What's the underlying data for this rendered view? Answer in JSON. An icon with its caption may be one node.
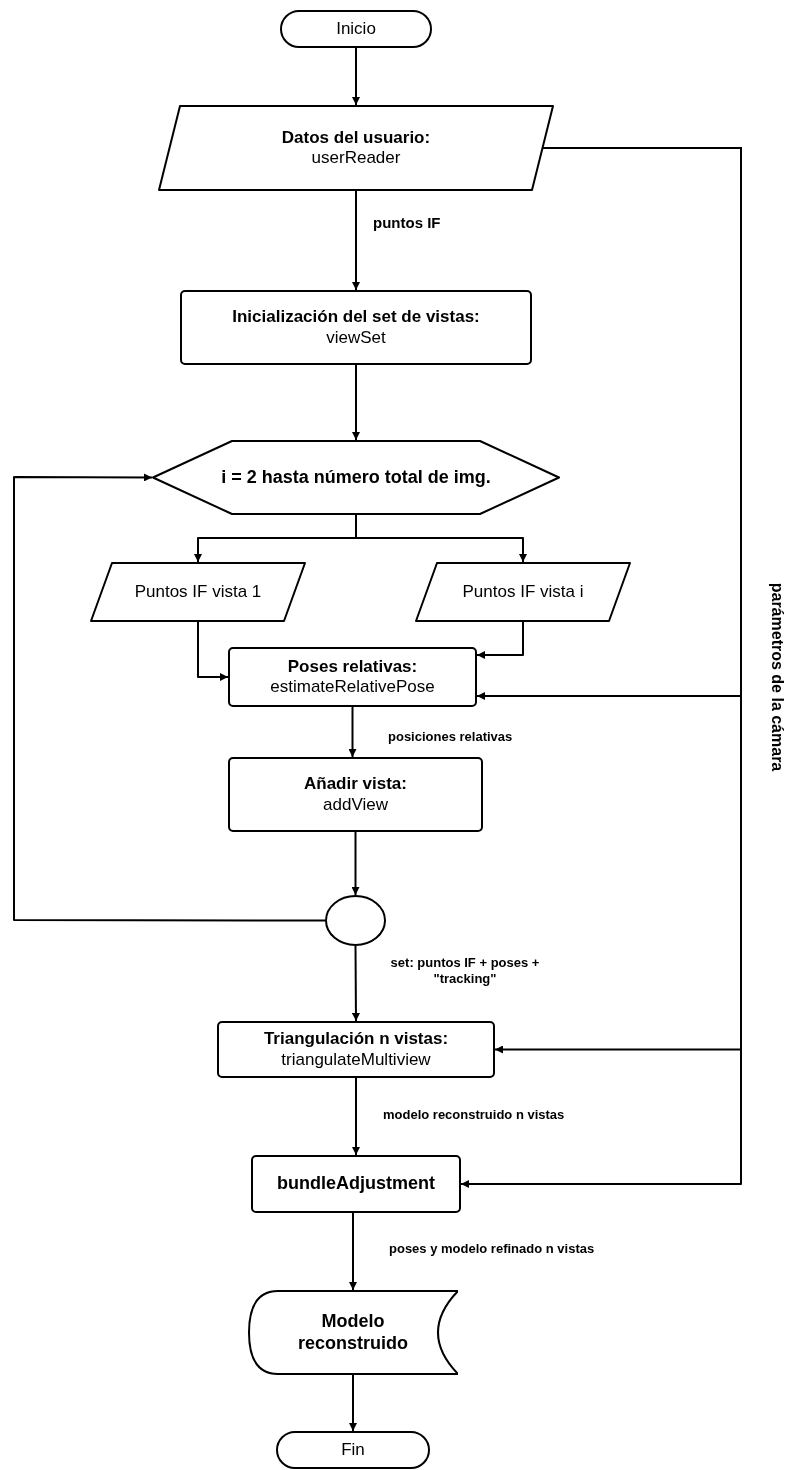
{
  "diagram": {
    "nodes": [
      {
        "text": [
          "Inicio"
        ]
      },
      {
        "text": [
          "Datos del usuario:",
          "userReader"
        ]
      },
      {
        "text": [
          "Inicialización del set de vistas:",
          "viewSet"
        ]
      },
      {
        "text": [
          "i = 2 hasta número total de img."
        ]
      },
      {
        "text": [
          "Puntos IF vista 1"
        ]
      },
      {
        "text": [
          "Puntos IF vista i"
        ]
      },
      {
        "text": [
          "Poses relativas:",
          "estimateRelativePose"
        ]
      },
      {
        "text": [
          "Añadir vista:",
          "addView"
        ]
      },
      {
        "text": [],
        "shape": "circle"
      },
      {
        "text": [
          "Triangulación n vistas:",
          "triangulateMultiview"
        ]
      },
      {
        "text": [
          "bundleAdjustment"
        ]
      },
      {
        "text": [
          "Modelo reconstruido"
        ]
      },
      {
        "text": [
          "Fin"
        ]
      }
    ],
    "edges": [
      {
        "from": 0,
        "to": 1,
        "arrow": "to"
      },
      {
        "from": 1,
        "to": 2,
        "arrow": "to",
        "label": "puntos IF"
      },
      {
        "from": 2,
        "to": 3,
        "arrow": "to"
      },
      {
        "from": 3,
        "to": 4,
        "arrow": "to"
      },
      {
        "from": 3,
        "to": 5,
        "arrow": "to"
      },
      {
        "from": 4,
        "to": 6,
        "arrow": "to"
      },
      {
        "from": 5,
        "to": 6,
        "arrow": "to"
      },
      {
        "from": 1,
        "to": 6,
        "arrow": "to",
        "label": "parámetros de la cámara"
      },
      {
        "from": 6,
        "to": 7,
        "arrow": "to",
        "label": "posiciones relativas"
      },
      {
        "from": 7,
        "to": 8,
        "arrow": "to"
      },
      {
        "from": 8,
        "to": 3,
        "arrow": "to"
      },
      {
        "from": 8,
        "to": 9,
        "arrow": "to",
        "label": "set: puntos IF + poses + \"tracking\""
      },
      {
        "from": 1,
        "to": 9,
        "arrow": "to"
      },
      {
        "from": 1,
        "to": 10,
        "arrow": "to"
      },
      {
        "from": 9,
        "to": 10,
        "arrow": "to",
        "label": "modelo reconstruido n vistas"
      },
      {
        "from": 10,
        "to": 11,
        "arrow": "to",
        "label": "poses y modelo refinado n vistas"
      },
      {
        "from": 11,
        "to": 12,
        "arrow": "to"
      }
    ]
  }
}
